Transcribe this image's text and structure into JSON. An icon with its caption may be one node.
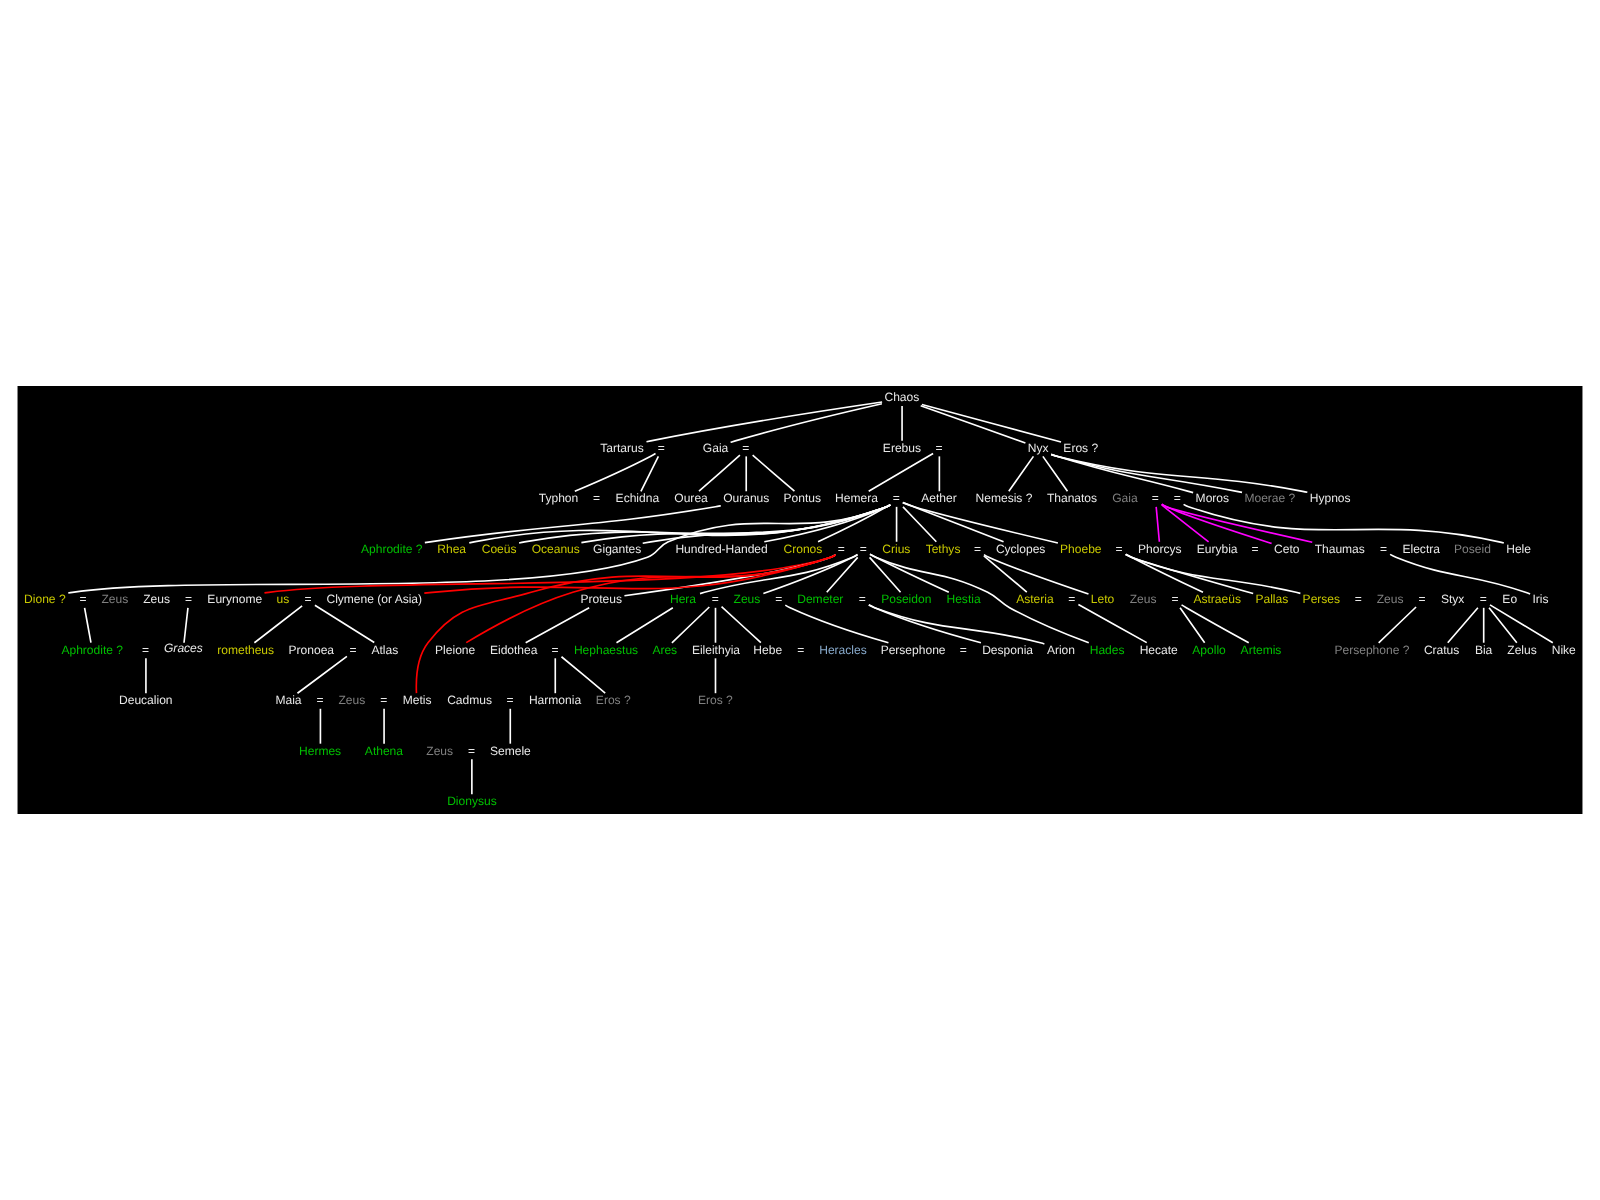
{
  "diagram": {
    "nodes": [
      {
        "text": [
          "Chaos"
        ]
      },
      {
        "text": [
          "Tartarus"
        ]
      },
      {
        "text": [
          "="
        ]
      },
      {
        "text": [
          "Gaia"
        ]
      },
      {
        "text": [
          "Erebus"
        ]
      },
      {
        "text": [
          "="
        ]
      },
      {
        "text": [
          "Nyx"
        ]
      },
      {
        "text": [
          "Eros ?"
        ]
      },
      {
        "text": [
          "Typhon"
        ]
      },
      {
        "text": [
          "Echidna"
        ]
      },
      {
        "text": [
          "="
        ]
      },
      {
        "text": [
          "Aether"
        ]
      },
      {
        "text": [
          "Hemera"
        ]
      },
      {
        "text": [
          "Hypnos"
        ]
      },
      {
        "text": [
          "Thanatos"
        ]
      },
      {
        "text": [
          "Moros"
        ]
      },
      {
        "text": [
          "Moerae ?"
        ]
      },
      {
        "text": [
          "Nemesis ?"
        ]
      },
      {
        "text": [
          "="
        ]
      },
      {
        "text": [
          "Hele"
        ]
      },
      {
        "text": [
          "Ourea"
        ]
      },
      {
        "text": [
          "Ouranus"
        ]
      },
      {
        "text": [
          "="
        ]
      },
      {
        "text": [
          "Gaia"
        ]
      },
      {
        "text": [
          "="
        ]
      },
      {
        "text": [
          "Pontus"
        ]
      },
      {
        "text": [
          "Aphrodite ?"
        ]
      },
      {
        "text": [
          "Hundred-Handed"
        ]
      },
      {
        "text": [
          "Cyclopes"
        ]
      },
      {
        "text": [
          "Gigantes"
        ]
      },
      {
        "text": [
          "Phorcys"
        ]
      },
      {
        "text": [
          "Ceto"
        ]
      },
      {
        "text": [
          "Thaumas"
        ]
      },
      {
        "text": [
          "="
        ]
      },
      {
        "text": [
          "Electra"
        ]
      },
      {
        "text": [
          "Iris"
        ]
      },
      {
        "text": [
          "Oceanus"
        ]
      },
      {
        "text": [
          "="
        ]
      },
      {
        "text": [
          "Tethys"
        ]
      },
      {
        "text": [
          "Zeus"
        ]
      },
      {
        "text": [
          "="
        ]
      },
      {
        "text": [
          "Eurynome"
        ]
      },
      {
        "text": [
          "Graces"
        ]
      },
      {
        "text": [
          "Proteus"
        ]
      },
      {
        "text": [
          "Eidothea"
        ]
      },
      {
        "text": [
          "us"
        ]
      },
      {
        "text": [
          "="
        ]
      },
      {
        "text": [
          "Clymene (or Asia)"
        ]
      },
      {
        "text": [
          "rometheus"
        ]
      },
      {
        "text": [
          "="
        ]
      },
      {
        "text": [
          "Pronoea"
        ]
      },
      {
        "text": [
          "Deucalion"
        ]
      },
      {
        "text": [
          "Atlas"
        ]
      },
      {
        "text": [
          "="
        ]
      },
      {
        "text": [
          "Pleione"
        ]
      },
      {
        "text": [
          "Maia"
        ]
      },
      {
        "text": [
          "="
        ]
      },
      {
        "text": [
          "Zeus"
        ]
      },
      {
        "text": [
          "="
        ]
      },
      {
        "text": [
          "Metis"
        ]
      },
      {
        "text": [
          "Hermes"
        ]
      },
      {
        "text": [
          "Athena"
        ]
      },
      {
        "text": [
          "Dione ?"
        ]
      },
      {
        "text": [
          "="
        ]
      },
      {
        "text": [
          "Zeus"
        ]
      },
      {
        "text": [
          "Aphrodite ?"
        ]
      },
      {
        "text": [
          "="
        ]
      },
      {
        "text": [
          "Ares"
        ]
      },
      {
        "text": [
          "Eileithyia"
        ]
      },
      {
        "text": [
          "Hebe"
        ]
      },
      {
        "text": [
          "Heracles"
        ]
      },
      {
        "text": [
          "Eros ?"
        ]
      },
      {
        "text": [
          "Cadmus"
        ]
      },
      {
        "text": [
          "="
        ]
      },
      {
        "text": [
          "Harmonia"
        ]
      },
      {
        "text": [
          "Eros ?"
        ]
      },
      {
        "text": [
          "Zeus"
        ]
      },
      {
        "text": [
          "="
        ]
      },
      {
        "text": [
          "Semele"
        ]
      },
      {
        "text": [
          "Dionysus"
        ]
      },
      {
        "text": [
          "Cronos"
        ]
      },
      {
        "text": [
          "="
        ]
      },
      {
        "text": [
          "Rhea"
        ]
      },
      {
        "text": [
          "Hera"
        ]
      },
      {
        "text": [
          "="
        ]
      },
      {
        "text": [
          "Zeus"
        ]
      },
      {
        "text": [
          "="
        ]
      },
      {
        "text": [
          "Demeter"
        ]
      },
      {
        "text": [
          "="
        ]
      },
      {
        "text": [
          "Poseidon"
        ]
      },
      {
        "text": [
          "Hestia"
        ]
      },
      {
        "text": [
          "Hephaestus"
        ]
      },
      {
        "text": [
          "Desponia"
        ]
      },
      {
        "text": [
          "Arion"
        ]
      },
      {
        "text": [
          "Persephone"
        ]
      },
      {
        "text": [
          "Hades"
        ]
      },
      {
        "text": [
          "Coeüs"
        ]
      },
      {
        "text": [
          "="
        ]
      },
      {
        "text": [
          "Phoebe"
        ]
      },
      {
        "text": [
          "Zeus"
        ]
      },
      {
        "text": [
          "="
        ]
      },
      {
        "text": [
          "Leto"
        ]
      },
      {
        "text": [
          "Apollo"
        ]
      },
      {
        "text": [
          "Artemis"
        ]
      },
      {
        "text": [
          "Asteria"
        ]
      },
      {
        "text": [
          "="
        ]
      },
      {
        "text": [
          "Perses"
        ]
      },
      {
        "text": [
          "Hecate"
        ]
      },
      {
        "text": [
          "Crius"
        ]
      },
      {
        "text": [
          "="
        ]
      },
      {
        "text": [
          "Eurybia"
        ]
      },
      {
        "text": [
          "Astraeüs"
        ]
      },
      {
        "text": [
          "Zeus"
        ]
      },
      {
        "text": [
          "="
        ]
      },
      {
        "text": [
          "Styx"
        ]
      },
      {
        "text": [
          "="
        ]
      },
      {
        "text": [
          "Pallas"
        ]
      },
      {
        "text": [
          "Persephone ?"
        ]
      },
      {
        "text": [
          "Zelus"
        ]
      },
      {
        "text": [
          "Nike"
        ]
      },
      {
        "text": [
          "Cratus"
        ]
      },
      {
        "text": [
          "Bia"
        ]
      }
    ],
    "edges": [
      {
        "from": 0,
        "to": 1,
        "arrow": "none"
      },
      {
        "from": 0,
        "to": 3,
        "arrow": "none"
      },
      {
        "from": 0,
        "to": 4,
        "arrow": "none"
      },
      {
        "from": 0,
        "to": 6,
        "arrow": "none"
      },
      {
        "from": 0,
        "to": 7,
        "arrow": "none"
      },
      {
        "from": 2,
        "to": 8,
        "arrow": "none"
      },
      {
        "from": 2,
        "to": 9,
        "arrow": "none"
      },
      {
        "from": 5,
        "to": 11,
        "arrow": "none"
      },
      {
        "from": 5,
        "to": 12,
        "arrow": "none"
      },
      {
        "from": 6,
        "to": 13,
        "arrow": "none"
      },
      {
        "from": 6,
        "to": 14,
        "arrow": "none"
      },
      {
        "from": 6,
        "to": 15,
        "arrow": "none"
      },
      {
        "from": 6,
        "to": 16,
        "arrow": "none"
      },
      {
        "from": 6,
        "to": 17,
        "arrow": "none"
      },
      {
        "from": 18,
        "to": 19,
        "arrow": "none"
      },
      {
        "from": 10,
        "to": 20,
        "arrow": "none"
      },
      {
        "from": 10,
        "to": 21,
        "arrow": "none"
      },
      {
        "from": 10,
        "to": 25,
        "arrow": "none"
      },
      {
        "from": 21,
        "to": 26,
        "arrow": "none"
      },
      {
        "from": 22,
        "to": 27,
        "arrow": "none"
      },
      {
        "from": 22,
        "to": 28,
        "arrow": "none"
      },
      {
        "from": 22,
        "to": 29,
        "arrow": "none"
      },
      {
        "from": 22,
        "to": 36,
        "arrow": "none"
      },
      {
        "from": 22,
        "to": 38,
        "arrow": "none"
      },
      {
        "from": 22,
        "to": 62,
        "arrow": "none"
      },
      {
        "from": 22,
        "to": 80,
        "arrow": "none"
      },
      {
        "from": 22,
        "to": 82,
        "arrow": "none"
      },
      {
        "from": 22,
        "to": 96,
        "arrow": "none"
      },
      {
        "from": 22,
        "to": 98,
        "arrow": "none"
      },
      {
        "from": 22,
        "to": 108,
        "arrow": "none"
      },
      {
        "from": 24,
        "to": 30,
        "arrow": "none",
        "color": "#ff00ff"
      },
      {
        "from": 24,
        "to": 31,
        "arrow": "none",
        "color": "#ff00ff"
      },
      {
        "from": 24,
        "to": 32,
        "arrow": "none",
        "color": "#ff00ff"
      },
      {
        "from": 24,
        "to": 110,
        "arrow": "none",
        "color": "#ff00ff"
      },
      {
        "from": 33,
        "to": 35,
        "arrow": "none"
      },
      {
        "from": 37,
        "to": 47,
        "arrow": "none",
        "color": "#ff0000"
      },
      {
        "from": 37,
        "to": 41,
        "arrow": "none",
        "color": "#ff0000"
      },
      {
        "from": 37,
        "to": 43,
        "arrow": "none"
      },
      {
        "from": 37,
        "to": 54,
        "arrow": "none",
        "color": "#ff0000"
      },
      {
        "from": 37,
        "to": 59,
        "arrow": "none",
        "color": "#ff0000"
      },
      {
        "from": 40,
        "to": 42,
        "arrow": "none"
      },
      {
        "from": 43,
        "to": 44,
        "arrow": "none"
      },
      {
        "from": 46,
        "to": 48,
        "arrow": "none"
      },
      {
        "from": 46,
        "to": 52,
        "arrow": "none"
      },
      {
        "from": 49,
        "to": 51,
        "arrow": "none"
      },
      {
        "from": 53,
        "to": 55,
        "arrow": "none"
      },
      {
        "from": 56,
        "to": 60,
        "arrow": "none"
      },
      {
        "from": 58,
        "to": 61,
        "arrow": "none"
      },
      {
        "from": 63,
        "to": 65,
        "arrow": "none"
      },
      {
        "from": 66,
        "to": 74,
        "arrow": "none"
      },
      {
        "from": 66,
        "to": 75,
        "arrow": "none"
      },
      {
        "from": 68,
        "to": 71,
        "arrow": "none"
      },
      {
        "from": 73,
        "to": 78,
        "arrow": "none"
      },
      {
        "from": 77,
        "to": 79,
        "arrow": "none"
      },
      {
        "from": 81,
        "to": 83,
        "arrow": "none"
      },
      {
        "from": 81,
        "to": 85,
        "arrow": "none"
      },
      {
        "from": 81,
        "to": 87,
        "arrow": "none"
      },
      {
        "from": 81,
        "to": 89,
        "arrow": "none"
      },
      {
        "from": 81,
        "to": 90,
        "arrow": "none"
      },
      {
        "from": 81,
        "to": 95,
        "arrow": "none"
      },
      {
        "from": 83,
        "to": 91,
        "arrow": "none"
      },
      {
        "from": 84,
        "to": 67,
        "arrow": "none"
      },
      {
        "from": 84,
        "to": 68,
        "arrow": "none"
      },
      {
        "from": 84,
        "to": 69,
        "arrow": "none"
      },
      {
        "from": 86,
        "to": 94,
        "arrow": "none"
      },
      {
        "from": 88,
        "to": 92,
        "arrow": "none"
      },
      {
        "from": 88,
        "to": 93,
        "arrow": "none"
      },
      {
        "from": 97,
        "to": 101,
        "arrow": "none"
      },
      {
        "from": 97,
        "to": 104,
        "arrow": "none"
      },
      {
        "from": 100,
        "to": 102,
        "arrow": "none"
      },
      {
        "from": 100,
        "to": 103,
        "arrow": "none"
      },
      {
        "from": 105,
        "to": 107,
        "arrow": "none"
      },
      {
        "from": 109,
        "to": 106,
        "arrow": "none"
      },
      {
        "from": 109,
        "to": 116,
        "arrow": "none"
      },
      {
        "from": 109,
        "to": 111,
        "arrow": "none"
      },
      {
        "from": 113,
        "to": 117,
        "arrow": "none"
      },
      {
        "from": 115,
        "to": 118,
        "arrow": "none"
      },
      {
        "from": 115,
        "to": 119,
        "arrow": "none"
      },
      {
        "from": 115,
        "to": 120,
        "arrow": "none"
      },
      {
        "from": 115,
        "to": 121,
        "arrow": "none"
      }
    ],
    "labels": [
      "=",
      "=",
      "Poseid",
      "=",
      "Eo",
      "=",
      "="
    ]
  }
}
